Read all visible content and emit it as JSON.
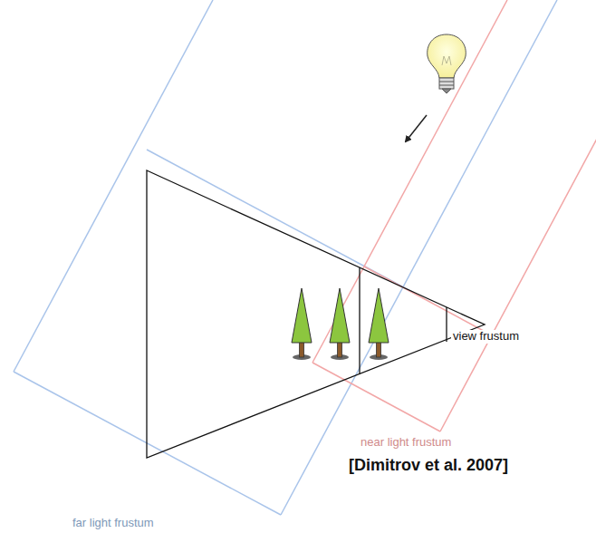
{
  "diagram": {
    "labels": [
      "view frustum",
      "near light frustum",
      "far light frustum",
      "[Dimitrov et al. 2007]"
    ]
  }
}
